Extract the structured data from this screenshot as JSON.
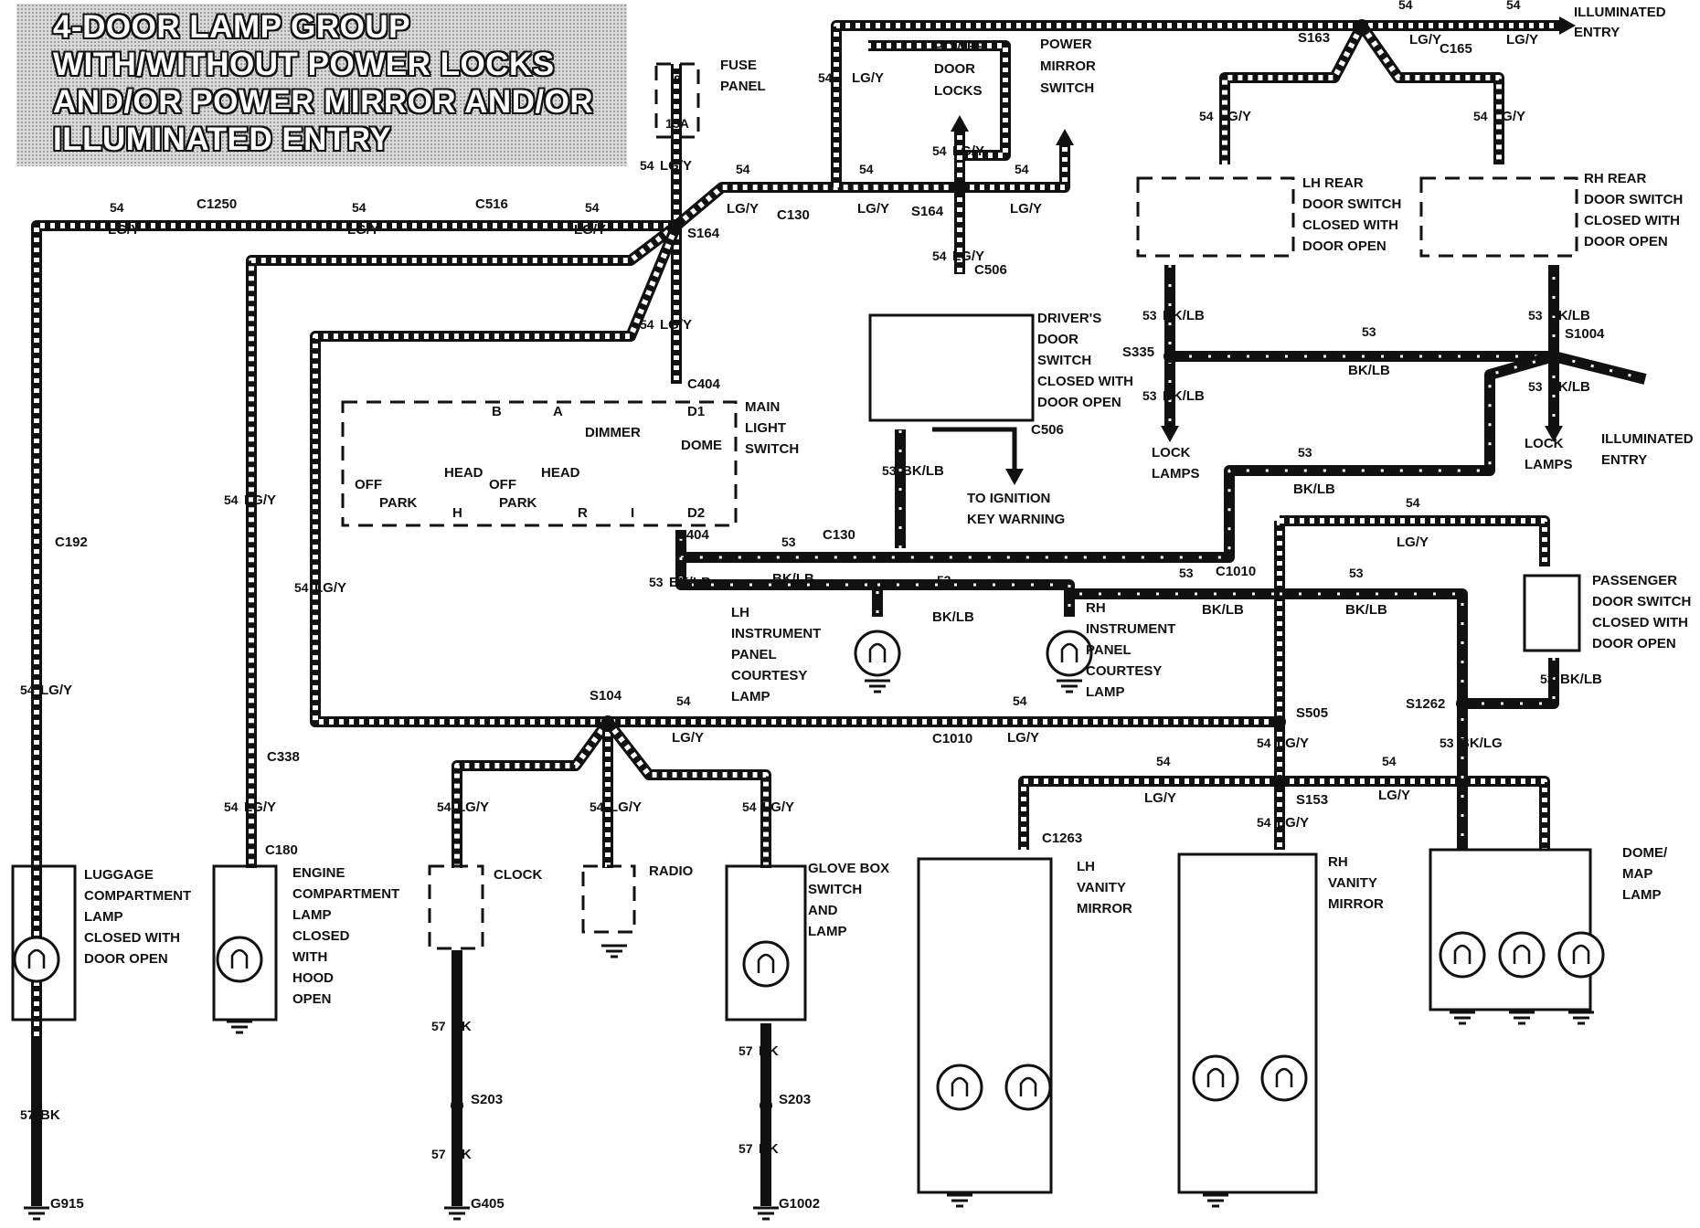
{
  "title": [
    "4-DOOR LAMP GROUP",
    "WITH/WITHOUT POWER LOCKS",
    "AND/OR POWER MIRROR AND/OR",
    "ILLUMINATED ENTRY"
  ],
  "wire_codes": {
    "lgy": "LG/Y",
    "bklb": "BK/LB",
    "bk": "BK",
    "bklg": "BK/LG"
  },
  "circuits": {
    "c54": "54",
    "c53": "53",
    "c57": "57"
  },
  "components": {
    "fuse_panel": [
      "FUSE",
      "PANEL"
    ],
    "fuse_num": "8",
    "fuse_amp": "15A",
    "power_door_locks": [
      "POWER",
      "DOOR",
      "LOCKS"
    ],
    "power_mirror_switch": [
      "POWER",
      "MIRROR",
      "SWITCH"
    ],
    "illuminated_entry_top": [
      "ILLUMINATED",
      "ENTRY"
    ],
    "illuminated_entry_right": [
      "ILLUMINATED",
      "ENTRY"
    ],
    "lh_rear_door_switch": [
      "LH REAR",
      "DOOR SWITCH",
      "CLOSED WITH",
      "DOOR OPEN"
    ],
    "rh_rear_door_switch": [
      "RH REAR",
      "DOOR SWITCH",
      "CLOSED WITH",
      "DOOR OPEN"
    ],
    "drivers_door_switch": [
      "DRIVER'S",
      "DOOR",
      "SWITCH",
      "CLOSED WITH",
      "DOOR OPEN"
    ],
    "lock_lamps_left": [
      "LOCK",
      "LAMPS"
    ],
    "lock_lamps_right": [
      "LOCK",
      "LAMPS"
    ],
    "main_light_switch": [
      "MAIN",
      "LIGHT",
      "SWITCH"
    ],
    "to_ignition": [
      "TO IGNITION",
      "KEY WARNING"
    ],
    "lh_ip_courtesy": [
      "LH",
      "INSTRUMENT",
      "PANEL",
      "COURTESY",
      "LAMP"
    ],
    "rh_ip_courtesy": [
      "RH",
      "INSTRUMENT",
      "PANEL",
      "COURTESY",
      "LAMP"
    ],
    "passenger_door_switch": [
      "PASSENGER",
      "DOOR SWITCH",
      "CLOSED WITH",
      "DOOR OPEN"
    ],
    "luggage_lamp": [
      "LUGGAGE",
      "COMPARTMENT",
      "LAMP",
      "CLOSED WITH",
      "DOOR OPEN"
    ],
    "engine_lamp": [
      "ENGINE",
      "COMPARTMENT",
      "LAMP",
      "CLOSED",
      "WITH",
      "HOOD",
      "OPEN"
    ],
    "clock": [
      "CLOCK"
    ],
    "radio": [
      "RADIO"
    ],
    "glove_box": [
      "GLOVE BOX",
      "SWITCH",
      "AND",
      "LAMP"
    ],
    "lh_vanity": [
      "LH",
      "VANITY",
      "MIRROR"
    ],
    "rh_vanity": [
      "RH",
      "VANITY",
      "MIRROR"
    ],
    "dome_map": [
      "DOME/",
      "MAP",
      "LAMP"
    ]
  },
  "switch_terms": {
    "off": "OFF",
    "park": "PARK",
    "head": "HEAD",
    "dimmer": "DIMMER",
    "dome": "DOME",
    "b": "B",
    "a": "A",
    "h": "H",
    "r": "R",
    "i": "I",
    "d1": "D1",
    "d2": "D2"
  },
  "connectors": {
    "c1250": "C1250",
    "c516": "C516",
    "c130": "C130",
    "c165": "C165",
    "c404": "C404",
    "c506": "C506",
    "c1010": "C1010",
    "c192": "C192",
    "c338": "C338",
    "c180": "C180",
    "c1263": "C1263"
  },
  "splices": {
    "s164": "S164",
    "s163": "S163",
    "s335": "S335",
    "s1004": "S1004",
    "s104": "S104",
    "s505": "S505",
    "s153": "S153",
    "s1262": "S1262",
    "s203": "S203"
  },
  "grounds": {
    "g915": "G915",
    "g405": "G405",
    "g1002": "G1002"
  }
}
